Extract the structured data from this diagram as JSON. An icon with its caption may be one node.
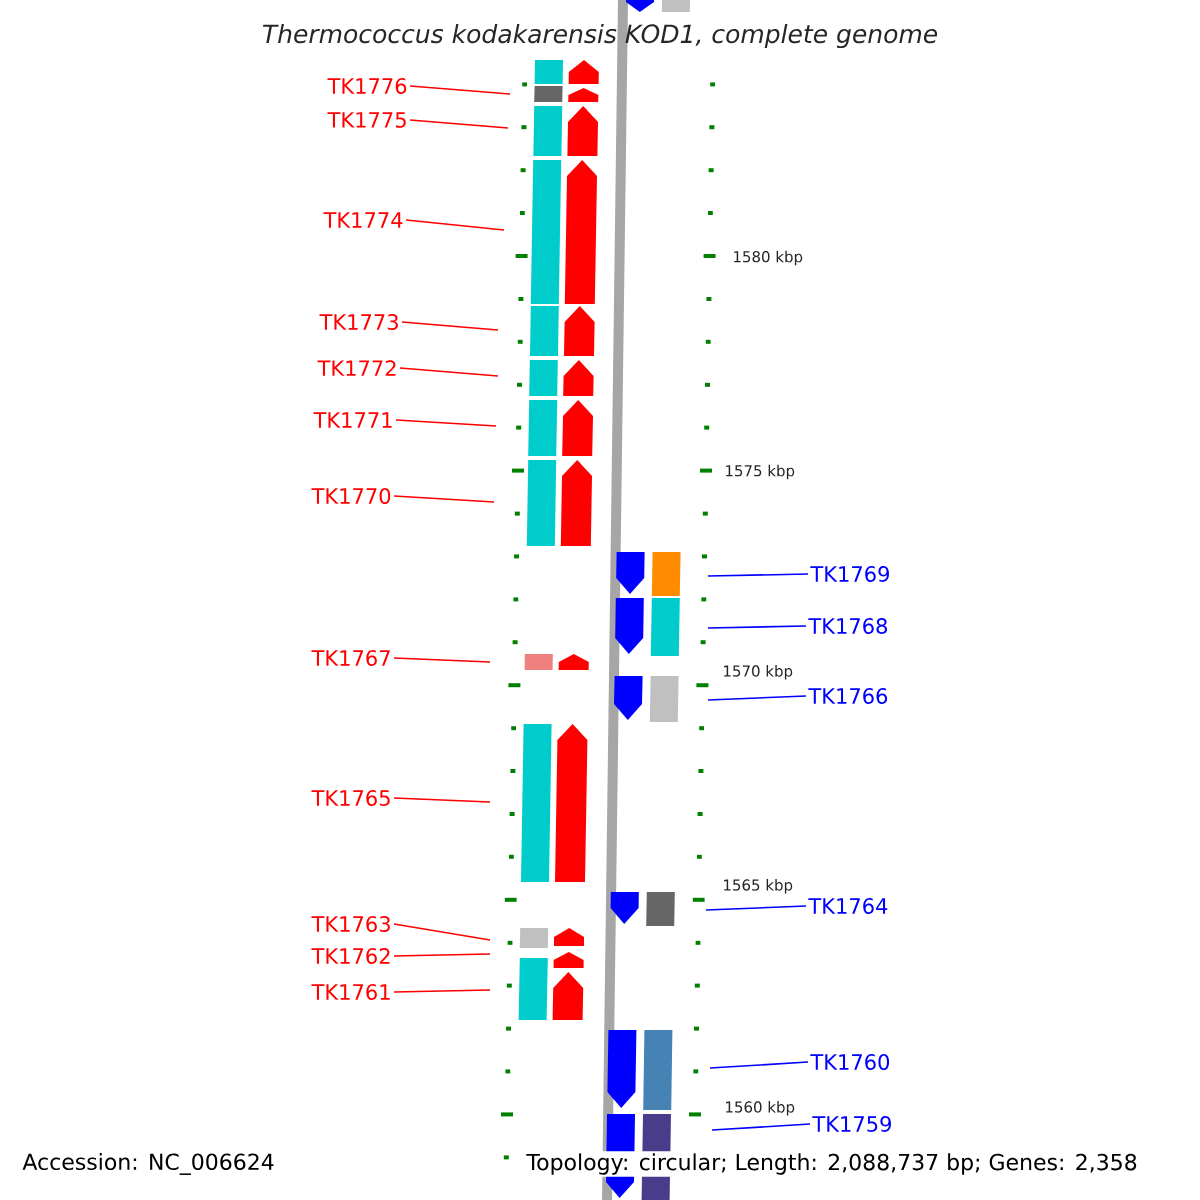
{
  "diagram": {
    "title": "Thermococcus kodakarensis KOD1, complete genome",
    "nodes": [
      {
        "text": [
          "TK1776"
        ]
      },
      {
        "text": [
          "TK1775"
        ]
      },
      {
        "text": [
          "TK1774"
        ]
      },
      {
        "text": [
          "TK1773"
        ]
      },
      {
        "text": [
          "TK1772"
        ]
      },
      {
        "text": [
          "TK1771"
        ]
      },
      {
        "text": [
          "TK1770"
        ]
      },
      {
        "text": [
          "TK1767"
        ]
      },
      {
        "text": [
          "TK1765"
        ]
      },
      {
        "text": [
          "TK1763"
        ]
      },
      {
        "text": [
          "TK1762"
        ]
      },
      {
        "text": [
          "TK1761"
        ]
      },
      {
        "text": [
          "TK1769"
        ]
      },
      {
        "text": [
          "TK1768"
        ]
      },
      {
        "text": [
          "TK1766"
        ]
      },
      {
        "text": [
          "TK1764"
        ]
      },
      {
        "text": [
          "TK1760"
        ]
      },
      {
        "text": [
          "TK1759"
        ]
      }
    ],
    "edges": [
      {
        "from": 0,
        "to": null,
        "arrow": "none"
      },
      {
        "from": 1,
        "to": null,
        "arrow": "none"
      },
      {
        "from": 2,
        "to": null,
        "arrow": "none"
      },
      {
        "from": 3,
        "to": null,
        "arrow": "none"
      },
      {
        "from": 4,
        "to": null,
        "arrow": "none"
      },
      {
        "from": 5,
        "to": null,
        "arrow": "none"
      },
      {
        "from": 6,
        "to": null,
        "arrow": "none"
      },
      {
        "from": 7,
        "to": null,
        "arrow": "none"
      },
      {
        "from": 8,
        "to": null,
        "arrow": "none"
      },
      {
        "from": 9,
        "to": null,
        "arrow": "none"
      },
      {
        "from": 10,
        "to": null,
        "arrow": "none"
      },
      {
        "from": 11,
        "to": null,
        "arrow": "none"
      },
      {
        "from": 12,
        "to": null,
        "arrow": "none",
        "color": "#0000ff"
      },
      {
        "from": 13,
        "to": null,
        "arrow": "none",
        "color": "#0000ff"
      },
      {
        "from": 14,
        "to": null,
        "arrow": "none",
        "color": "#0000ff"
      },
      {
        "from": 15,
        "to": null,
        "arrow": "none",
        "color": "#0000ff"
      },
      {
        "from": 16,
        "to": null,
        "arrow": "none",
        "color": "#0000ff"
      },
      {
        "from": 17,
        "to": null,
        "arrow": "none",
        "color": "#0000ff"
      }
    ],
    "labels": [
      "1580 kbp",
      "1575 kbp",
      "1570 kbp",
      "1565 kbp",
      "1560 kbp",
      "Accession: NC_006624",
      "Topology: circular; Length: 2,088,737 bp; Genes: 2,358"
    ]
  }
}
